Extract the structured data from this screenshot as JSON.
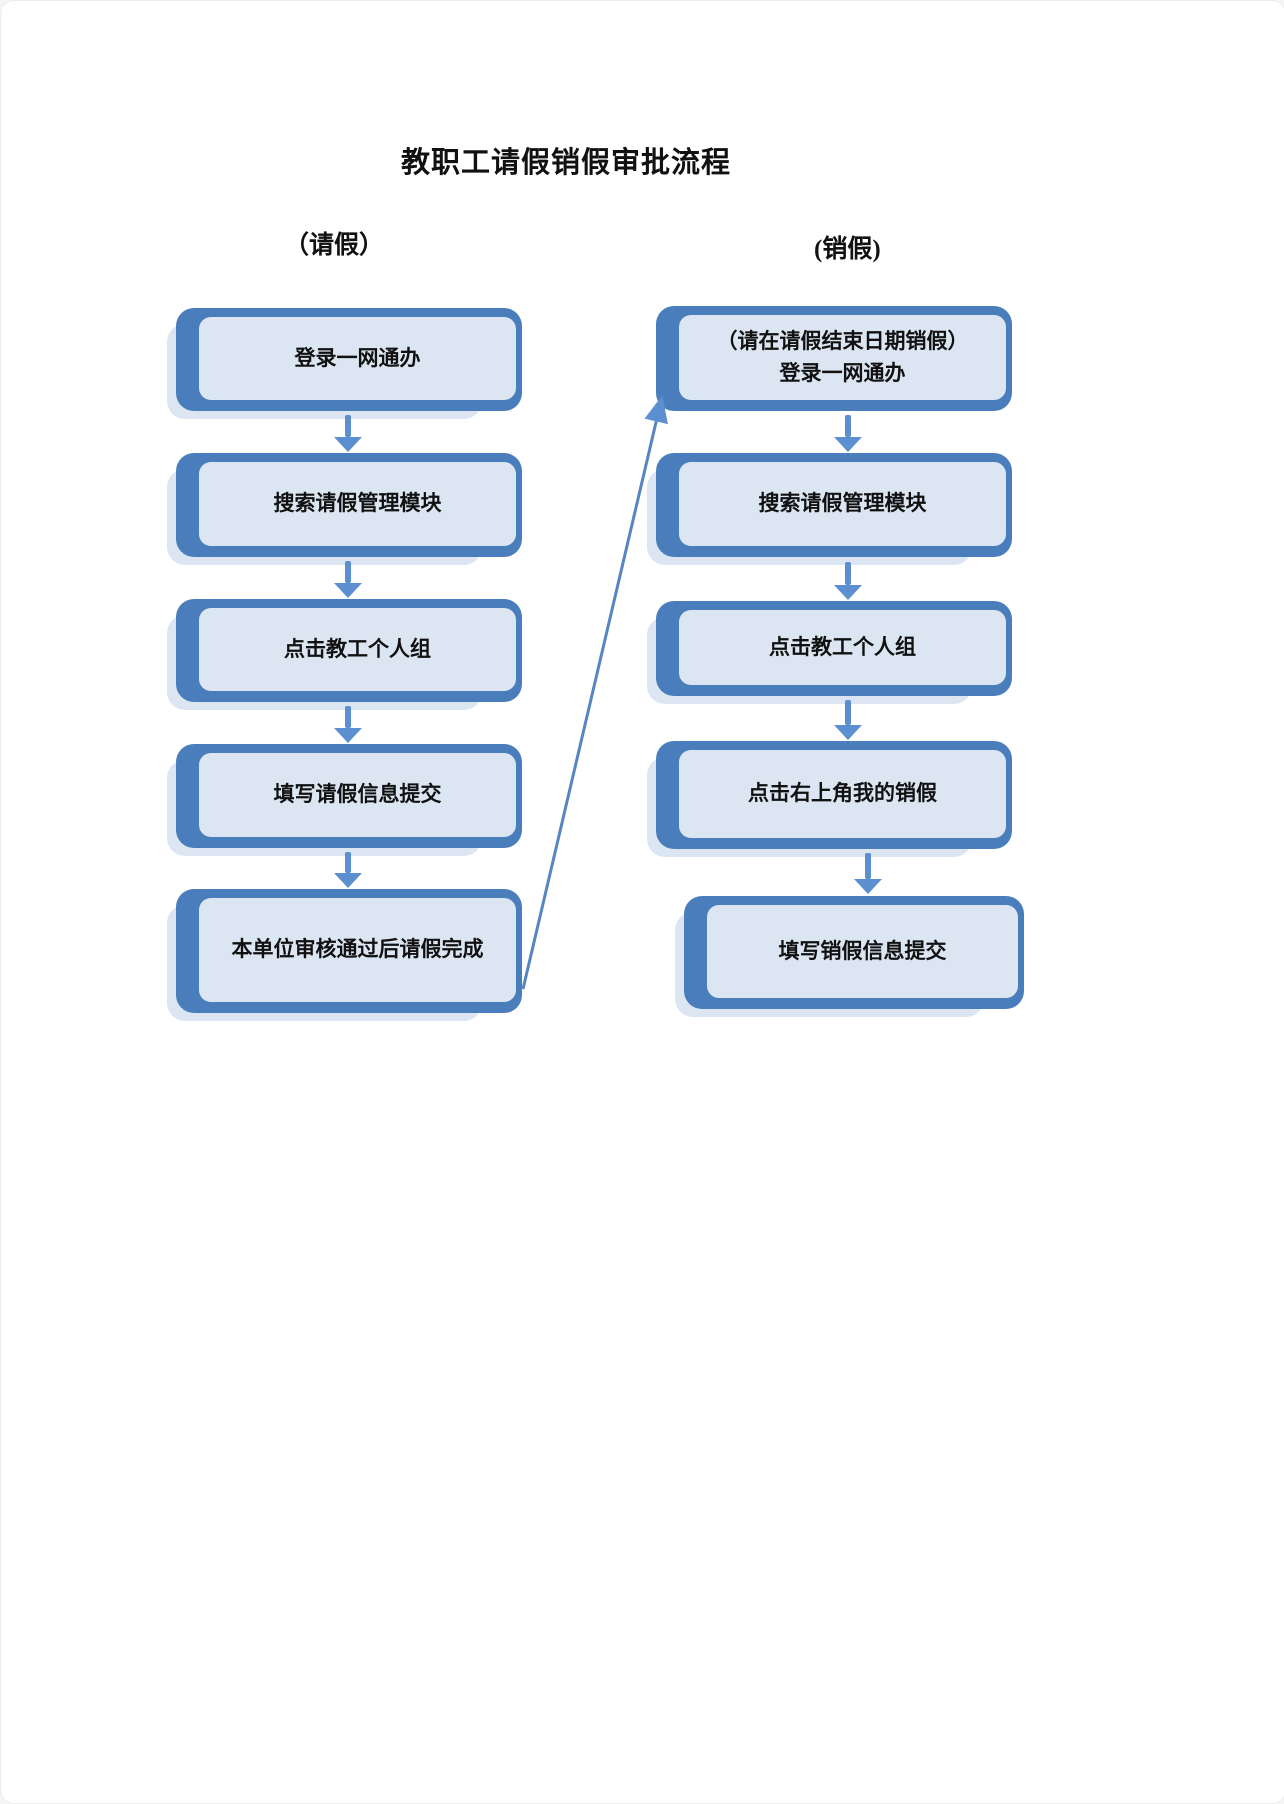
{
  "flow": {
    "title": "教职工请假销假审批流程",
    "left_column": {
      "header": "（请假）",
      "steps": [
        {
          "label": "登录一网通办"
        },
        {
          "label": "搜索请假管理模块"
        },
        {
          "label": "点击教工个人组"
        },
        {
          "label": "填写请假信息提交"
        },
        {
          "label": "本单位审核通过后请假完成"
        }
      ]
    },
    "right_column": {
      "header": "(销假)",
      "steps": [
        {
          "label": "（请在请假结束日期销假）",
          "label2": "登录一网通办"
        },
        {
          "label": "搜索请假管理模块"
        },
        {
          "label": "点击教工个人组"
        },
        {
          "label": "点击右上角我的销假"
        },
        {
          "label": "填写销假信息提交"
        }
      ]
    },
    "colors": {
      "box_frame": "#4a7dbb",
      "box_fill": "#dbe6f2",
      "arrow": "#5b8fd0",
      "text": "#111111"
    }
  }
}
